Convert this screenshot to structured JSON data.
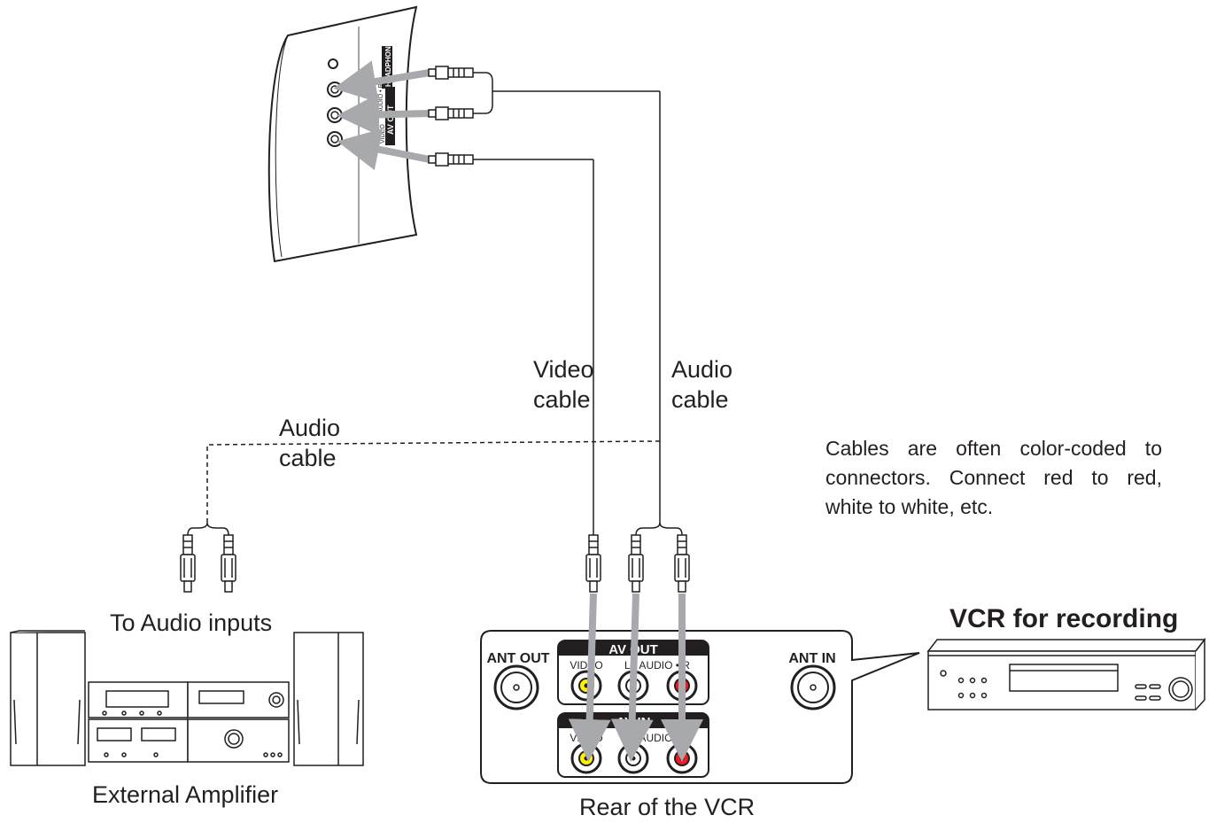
{
  "tv_panel": {
    "headphone_label": "HEADPHONE",
    "audio_label": "AUDIO • R",
    "av_out_label": "AV OUT",
    "video_label": "VIDEO"
  },
  "labels": {
    "video_cable": [
      "Video",
      "cable"
    ],
    "audio_cable_vcr": [
      "Audio",
      "cable"
    ],
    "audio_cable_amp": [
      "Audio",
      "cable"
    ],
    "to_audio_inputs": "To Audio inputs",
    "external_amplifier": "External Amplifier",
    "rear_of_vcr": "Rear of the VCR",
    "vcr_for_recording": "VCR for recording",
    "note": "Cables are often color-coded to connectors. Connect red to red, white to white, etc."
  },
  "vcr_rear": {
    "ant_out": "ANT OUT",
    "ant_in": "ANT IN",
    "av_out": "AV OUT",
    "av_in": "AV IN",
    "video": "VIDEO",
    "audio_lr": "L • AUDIO • R"
  },
  "colors": {
    "line": "#231f20",
    "arrow": "#a7a9ac",
    "jack_yellow": "#fff200",
    "jack_white": "#ffffff",
    "jack_red": "#ed1c24"
  }
}
